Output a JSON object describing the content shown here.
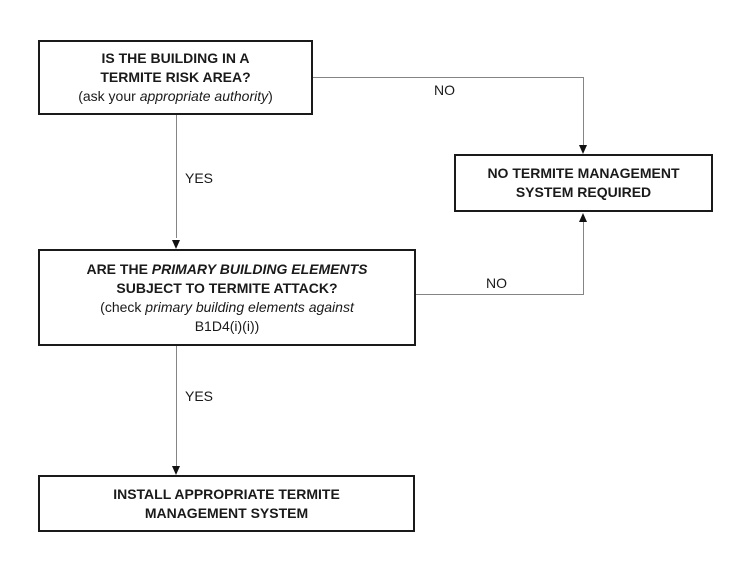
{
  "flowchart": {
    "node_risk": {
      "line1": "IS THE BUILDING IN A",
      "line2": "TERMITE RISK AREA?",
      "note_pre": "(ask your ",
      "note_em": "appropriate authority",
      "note_post": ")"
    },
    "node_no_system": {
      "line1": "NO TERMITE MANAGEMENT",
      "line2": "SYSTEM REQUIRED"
    },
    "node_elements": {
      "line1_pre": "ARE THE ",
      "line1_em": "PRIMARY BUILDING ELEMENTS",
      "line2": "SUBJECT TO TERMITE ATTACK?",
      "note_pre": "(check ",
      "note_em": "primary building elements against",
      "note_line2": "B1D4(i)(i))"
    },
    "node_install": {
      "line1": "INSTALL APPROPRIATE TERMITE",
      "line2": "MANAGEMENT SYSTEM"
    },
    "edge_labels": {
      "risk_no": "NO",
      "risk_yes": "YES",
      "elements_no": "NO",
      "elements_yes": "YES"
    },
    "colors": {
      "background": "#ffffff",
      "border": "#1a1a1a",
      "line": "#858585",
      "arrow": "#111111",
      "text": "#1a1a1a"
    }
  }
}
